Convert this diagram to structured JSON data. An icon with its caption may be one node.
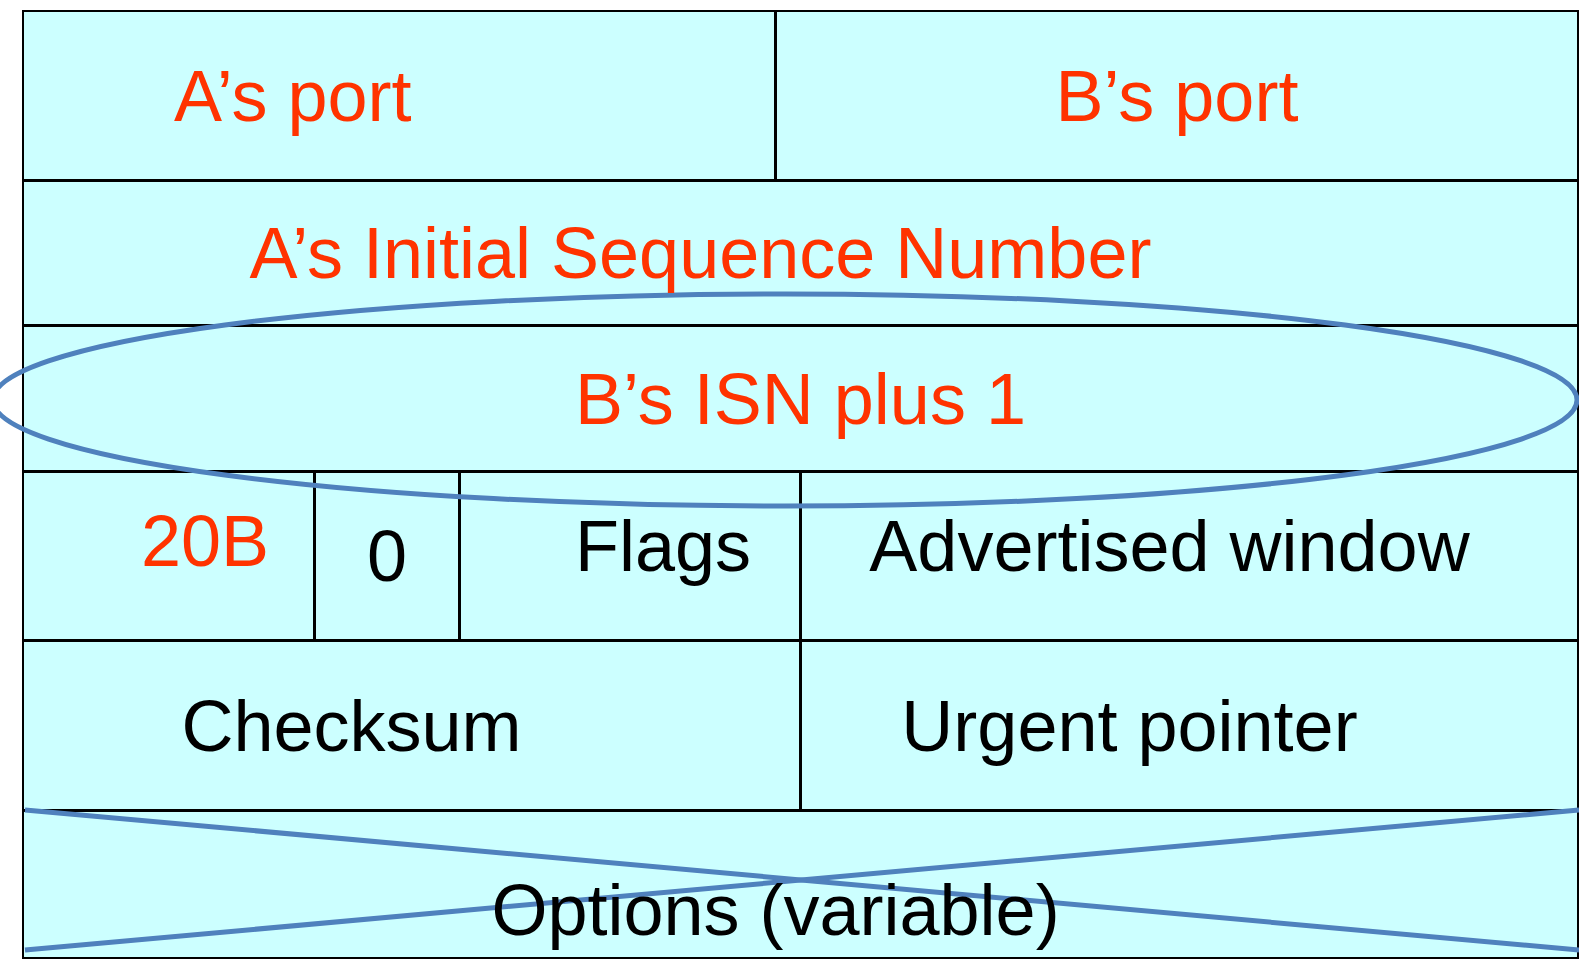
{
  "diagram": {
    "labels": [
      "A’s port",
      "B’s port",
      "A’s Initial Sequence Number",
      "B’s ISN plus 1",
      "20B",
      "0",
      "Flags",
      "Advertised window",
      "Checksum",
      "Urgent pointer",
      "Options (variable)"
    ]
  }
}
